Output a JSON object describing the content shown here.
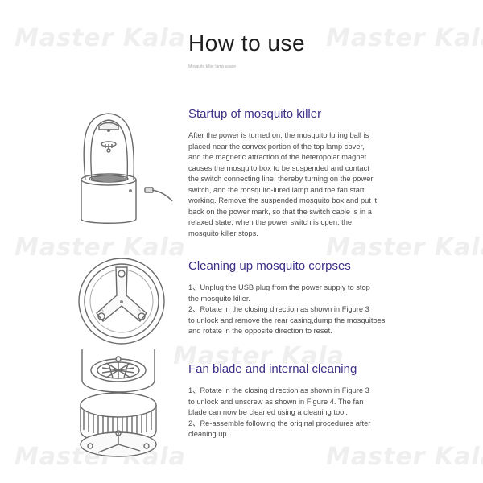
{
  "watermark": {
    "brand": "Master Kala"
  },
  "header": {
    "title": "How to use",
    "subtitle": "Mosquito killer lamp usage"
  },
  "sections": [
    {
      "title": "Startup of mosquito killer",
      "lines": [
        "After the power is turned on, the mosquito luring ball is",
        "placed near the convex portion of the top lamp cover,",
        " and the magnetic attraction of the heteropolar magnet",
        "causes the mosquito box to be suspended and contact",
        "the switch connecting line, thereby turning on the power",
        "switch, and the mosquito-lured lamp and the fan start",
        "working. Remove the suspended mosquito box and put it",
        "back on the power mark, so that the switch cable is in a",
        "relaxed state; when the power switch is open, the",
        "mosquito killer stops."
      ]
    },
    {
      "title": "Cleaning up mosquito corpses",
      "lines": [
        "1、Unplug the USB plug from the power supply to stop",
        "the mosquito killer.",
        "2、Rotate in the closing direction as shown in Figure 3",
        "to unlock and remove the rear casing,dump the mosquitoes",
        "and rotate in the opposite direction to reset."
      ]
    },
    {
      "title": "Fan blade and internal cleaning",
      "lines": [
        "1、Rotate in the closing direction as shown in Figure 3",
        "to unlock and unscrew as shown in Figure 4. The fan",
        "blade can now be cleaned using a cleaning tool.",
        "2、Re-assemble following the original procedures after",
        "cleaning up."
      ]
    }
  ]
}
